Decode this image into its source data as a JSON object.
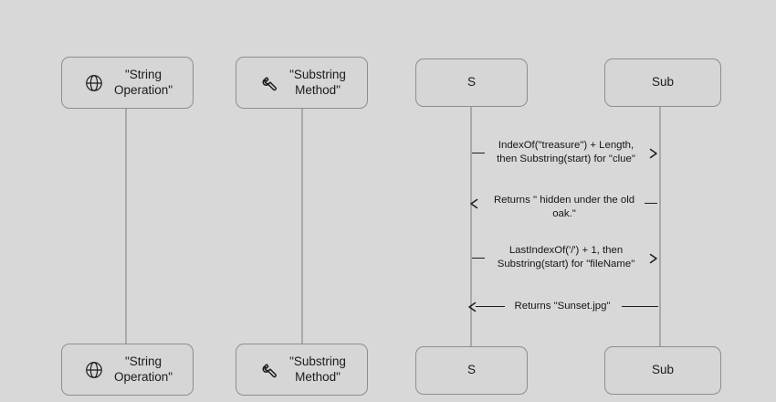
{
  "diagram": {
    "type": "uml-sequence-diagram",
    "background_color": "#d8d8d8",
    "box_fill_color": "#d6d6d6",
    "box_border_color": "#8e8e8e",
    "lifeline_color": "#a9a9a9",
    "arrow_color": "#1d1d1d",
    "participants": [
      {
        "id": "string-operation",
        "icon": "globe-icon",
        "label": "\"String\nOperation\"",
        "has_icon": true
      },
      {
        "id": "substring-method",
        "icon": "wrench-icon",
        "label": "\"Substring\nMethod\"",
        "has_icon": true
      },
      {
        "id": "s",
        "icon": "",
        "label": "S",
        "has_icon": false
      },
      {
        "id": "sub",
        "icon": "",
        "label": "Sub",
        "has_icon": false
      }
    ],
    "messages": [
      {
        "id": "message-1",
        "text": "IndexOf(\"treasure\") + Length,\nthen Substring(start) for \"clue\"",
        "direction": "right",
        "from": "s",
        "to": "sub"
      },
      {
        "id": "message-2",
        "text": "Returns \" hidden under the old\noak.\"",
        "direction": "left",
        "from": "sub",
        "to": "s"
      },
      {
        "id": "message-3",
        "text": "LastIndexOf('/') + 1, then\nSubstring(start) for \"fileName\"",
        "direction": "right",
        "from": "s",
        "to": "sub"
      },
      {
        "id": "message-4",
        "text": "Returns \"Sunset.jpg\"",
        "direction": "left",
        "from": "sub",
        "to": "s"
      }
    ]
  }
}
